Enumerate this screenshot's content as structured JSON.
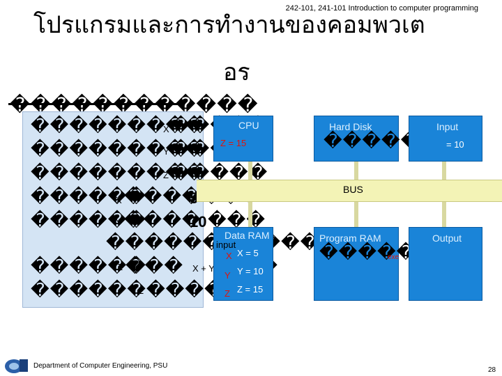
{
  "course": "242-101, 241-101 Introduction to computer programming",
  "title_line1": "โปรแกรมและการทำงานของคอมพวเต",
  "title_line2": "อร",
  "heading": "������������",
  "code_panel": {
    "line1": "���������",
    "line1_var": "X",
    "line1_tail": "�����",
    "line2": "���������",
    "line2_var": "Y",
    "line2_tail": "�����",
    "line3": "���������",
    "line3_var": "Z",
    "line3_tail": "�����",
    "line4": "������",
    "line4_var": "X",
    "line4_mid": "����",
    "line4_value": "5",
    "line4_tail": "���",
    "line5": "������",
    "line5_var": "Y",
    "line5_mid": "����",
    "line5_value": "10",
    "line5_tail": "���",
    "line6": "���������",
    "line6_tail": "�����",
    "line7": "������",
    "line7_var": "Z",
    "line7_mid": "���",
    "line7_expr": "X + Y",
    "line7_tail": "���",
    "line8": "���������",
    "line8_var": "Z",
    "line8_tail": "�����"
  },
  "cpu": {
    "title": "CPU",
    "value": "Z = 15"
  },
  "hard_disk": {
    "title": "Hard Disk",
    "value": "������"
  },
  "input": {
    "title": "Input",
    "value": "= 10"
  },
  "bus": {
    "label": "BUS"
  },
  "data_ram": {
    "title": "Data RAM",
    "subtitle": "input",
    "x_label": "X",
    "x_value": "X = 5",
    "y_label": "Y",
    "y_value": "Y = 10",
    "z_label": "Z",
    "z_value": "Z = 15"
  },
  "program_ram": {
    "title": "Program RAM",
    "value": "������",
    "value_tag": "exe"
  },
  "output": {
    "title": "Output"
  },
  "footer": "Department of Computer Engineering, PSU",
  "page_number": "28",
  "colors": {
    "box_blue": "#1a84d8",
    "panel_light_blue": "#d4e4f4",
    "bus_yellow": "#f3f3b6",
    "accent_red": "#e0140a"
  }
}
